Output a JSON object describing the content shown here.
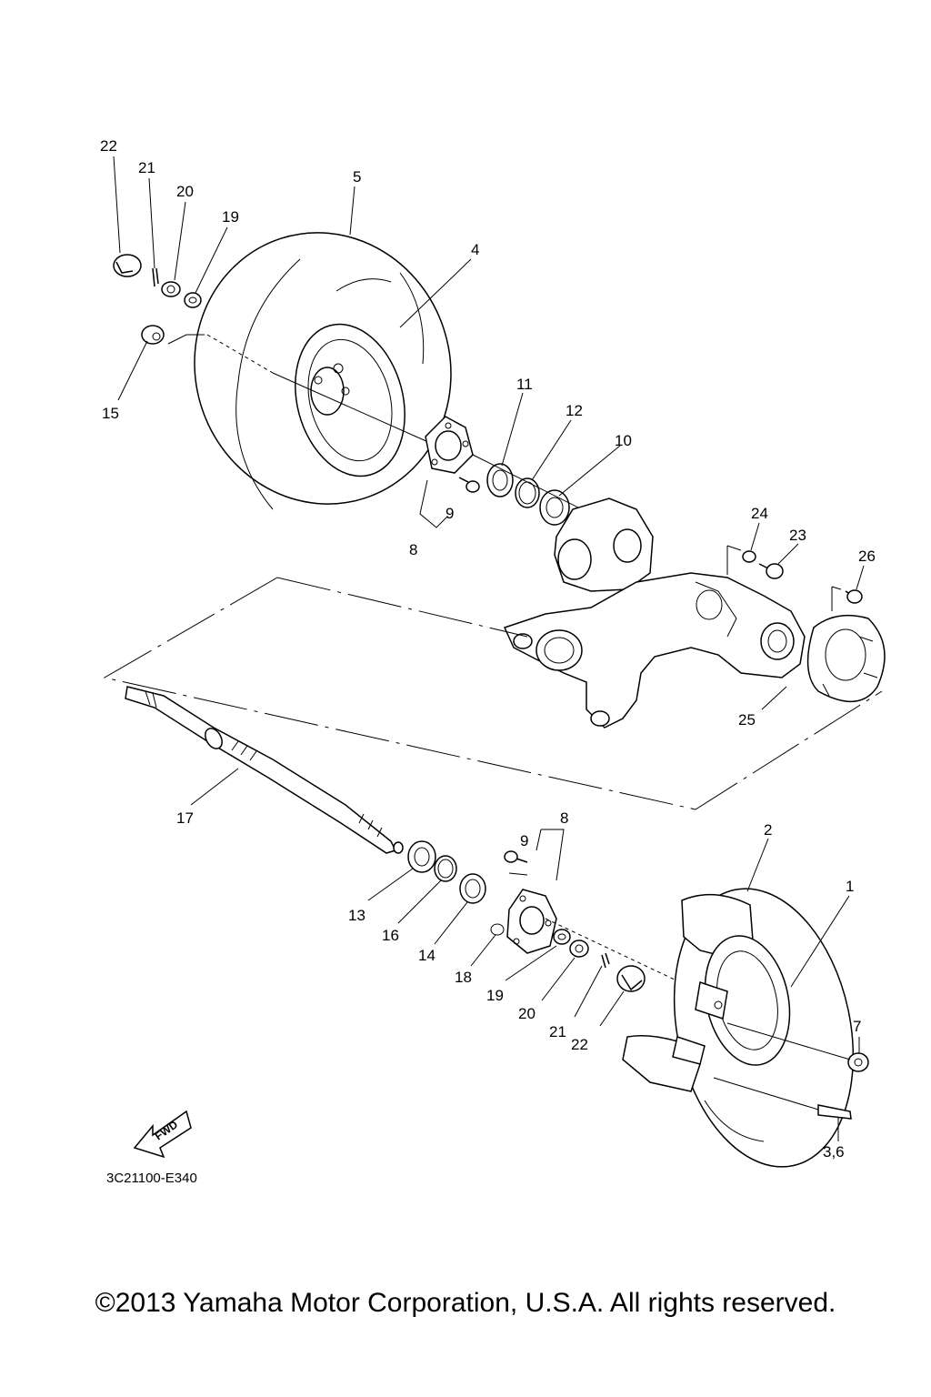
{
  "labels": {
    "p1": "1",
    "p2": "2",
    "p3_6": "3,6",
    "p4": "4",
    "p5": "5",
    "p7": "7",
    "p8_top": "8",
    "p8_bot": "8",
    "p9_top": "9",
    "p9_bot": "9",
    "p10": "10",
    "p11": "11",
    "p12": "12",
    "p13": "13",
    "p14": "14",
    "p15": "15",
    "p16": "16",
    "p17": "17",
    "p18": "18",
    "p19_top": "19",
    "p19_bot": "19",
    "p20_top": "20",
    "p20_bot": "20",
    "p21_top": "21",
    "p21_bot": "21",
    "p22_top": "22",
    "p22_bot": "22",
    "p23": "23",
    "p24": "24",
    "p25": "25",
    "p26": "26"
  },
  "fwd_label": "FWD",
  "diagram_code": "3C21100-E340",
  "copyright": "©2013 Yamaha Motor Corporation, U.S.A. All rights reserved."
}
